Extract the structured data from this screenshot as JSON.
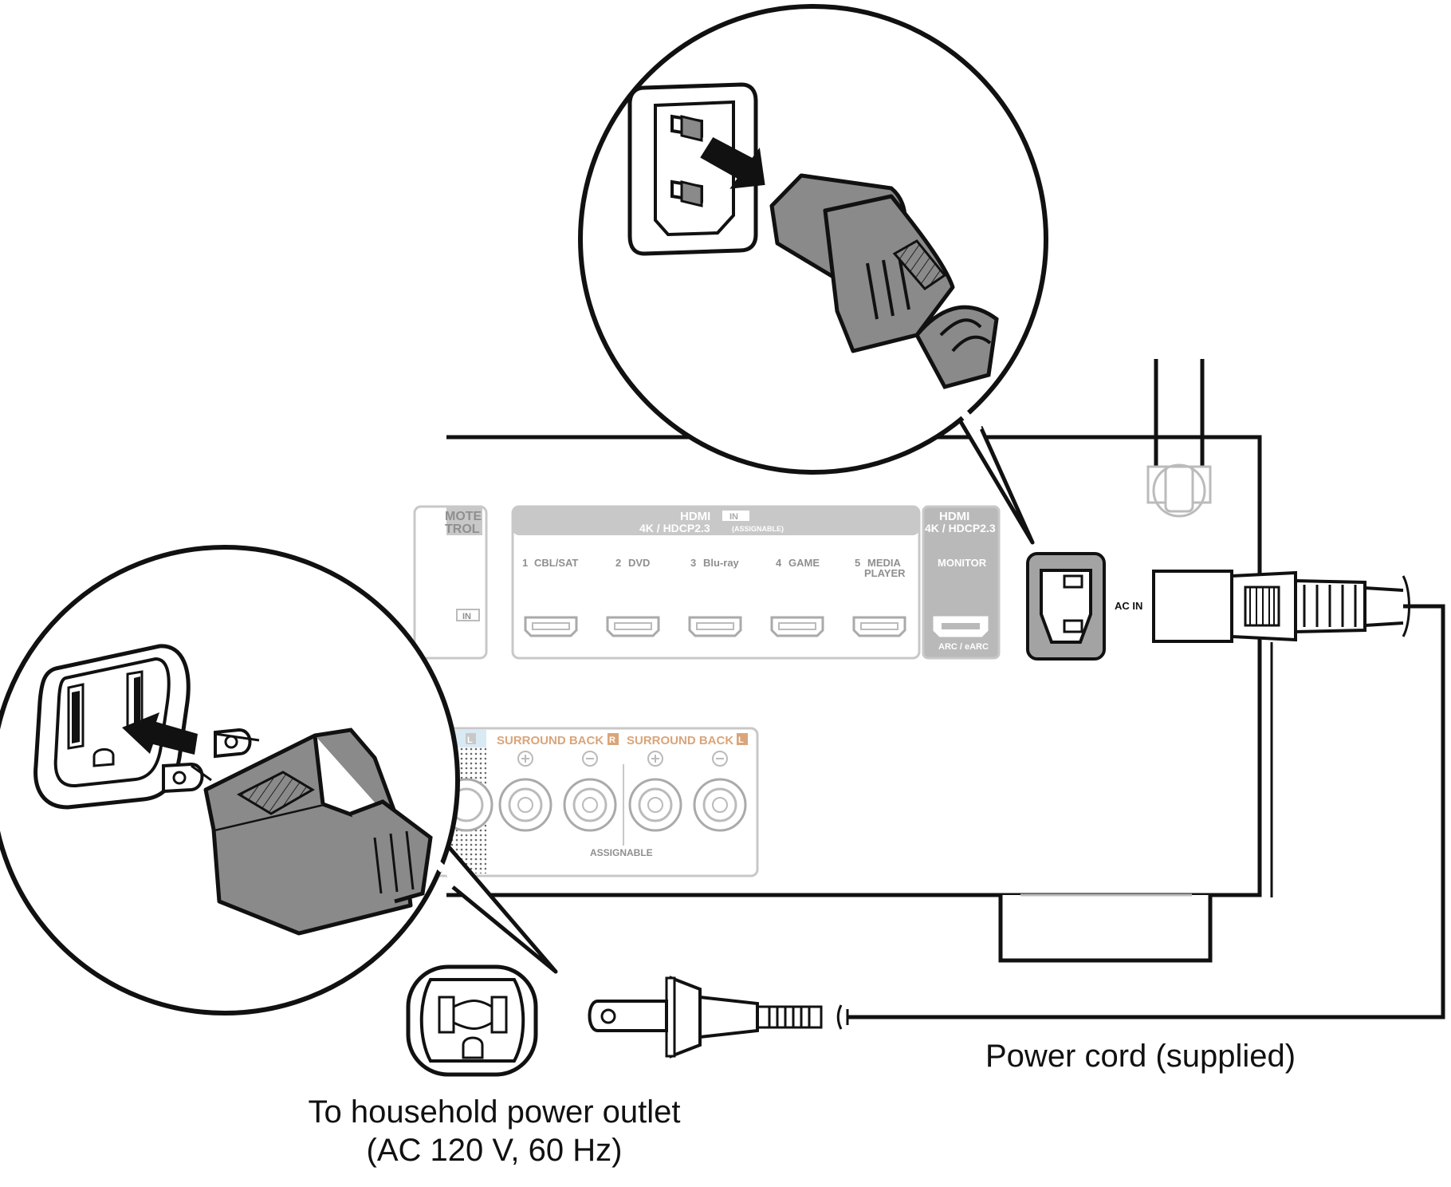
{
  "captions": {
    "power_cord": "Power cord (supplied)",
    "outlet_line1": "To household power outlet",
    "outlet_line2": "(AC 120 V, 60 Hz)"
  },
  "panel": {
    "remote_label_1": "MOTE",
    "remote_label_2": "TROL",
    "remote_in": "IN",
    "hdmi_in_title": "HDMI",
    "hdmi_in_badge": "IN",
    "hdmi_in_subtitle": "4K / HDCP2.3",
    "hdmi_in_assignable": "(ASSIGNABLE)",
    "hdmi_out_title": "HDMI",
    "hdmi_out_subtitle": "4K / HDCP2.3",
    "inputs": [
      {
        "num": "1",
        "name": "CBL/SAT",
        "name2": ""
      },
      {
        "num": "2",
        "name": "DVD",
        "name2": ""
      },
      {
        "num": "3",
        "name": "Blu-ray",
        "name2": ""
      },
      {
        "num": "4",
        "name": "GAME",
        "name2": ""
      },
      {
        "num": "5",
        "name": "MEDIA",
        "name2": "PLAYER"
      }
    ],
    "monitor_label": "MONITOR",
    "arc_label": "ARC / eARC",
    "ac_in_label": "AC IN",
    "surround_back_r": "SURROUND BACK",
    "surround_back_r_badge": "R",
    "surround_back_l": "SURROUND BACK",
    "surround_back_l_badge": "L",
    "left_badge": "L",
    "assignable_label": "ASSIGNABLE"
  },
  "colors": {
    "line": "#111111",
    "panel_gray": "#b9b9b9",
    "plug_gray": "#8a8a8a",
    "surround_orange": "#d9a57a"
  }
}
